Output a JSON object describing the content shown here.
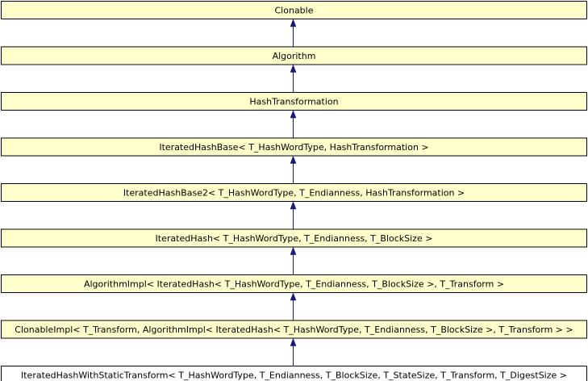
{
  "diagram": {
    "type": "class-inheritance",
    "colors": {
      "node_fill": "#ffffcc",
      "node_fill_root_class": "#ffffff",
      "node_border": "#000000",
      "edge": "#1a1a7a",
      "text": "#000000"
    },
    "nodes": [
      {
        "label": "Clonable"
      },
      {
        "label": "Algorithm"
      },
      {
        "label": "HashTransformation"
      },
      {
        "label": "IteratedHashBase< T_HashWordType, HashTransformation >"
      },
      {
        "label": "IteratedHashBase2< T_HashWordType, T_Endianness, HashTransformation >"
      },
      {
        "label": "IteratedHash< T_HashWordType, T_Endianness, T_BlockSize >"
      },
      {
        "label": "AlgorithmImpl< IteratedHash< T_HashWordType, T_Endianness, T_BlockSize >, T_Transform >"
      },
      {
        "label": "ClonableImpl< T_Transform, AlgorithmImpl< IteratedHash< T_HashWordType, T_Endianness, T_BlockSize >, T_Transform > >"
      },
      {
        "label": "IteratedHashWithStaticTransform< T_HashWordType, T_Endianness, T_BlockSize, T_StateSize, T_Transform, T_DigestSize >"
      }
    ],
    "edges": [
      {
        "from": 1,
        "to": 0
      },
      {
        "from": 2,
        "to": 1
      },
      {
        "from": 3,
        "to": 2
      },
      {
        "from": 4,
        "to": 3
      },
      {
        "from": 5,
        "to": 4
      },
      {
        "from": 6,
        "to": 5
      },
      {
        "from": 7,
        "to": 6
      },
      {
        "from": 8,
        "to": 7
      }
    ]
  }
}
